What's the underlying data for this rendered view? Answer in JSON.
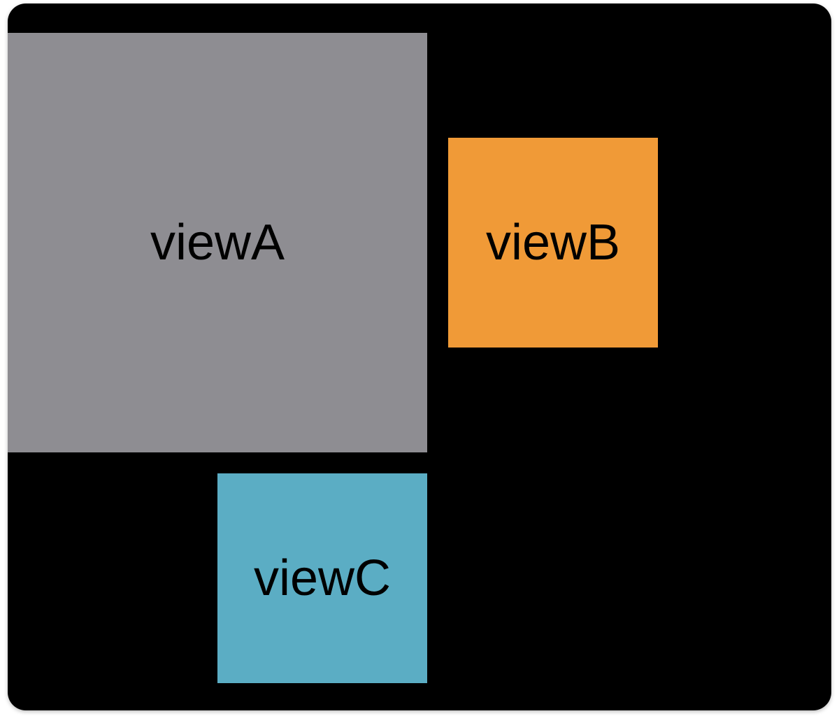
{
  "views": [
    {
      "label": "viewA",
      "color": "#8e8d92"
    },
    {
      "label": "viewB",
      "color": "#f09a37"
    },
    {
      "label": "viewC",
      "color": "#5badc4"
    }
  ],
  "container": {
    "background": "#000000"
  }
}
